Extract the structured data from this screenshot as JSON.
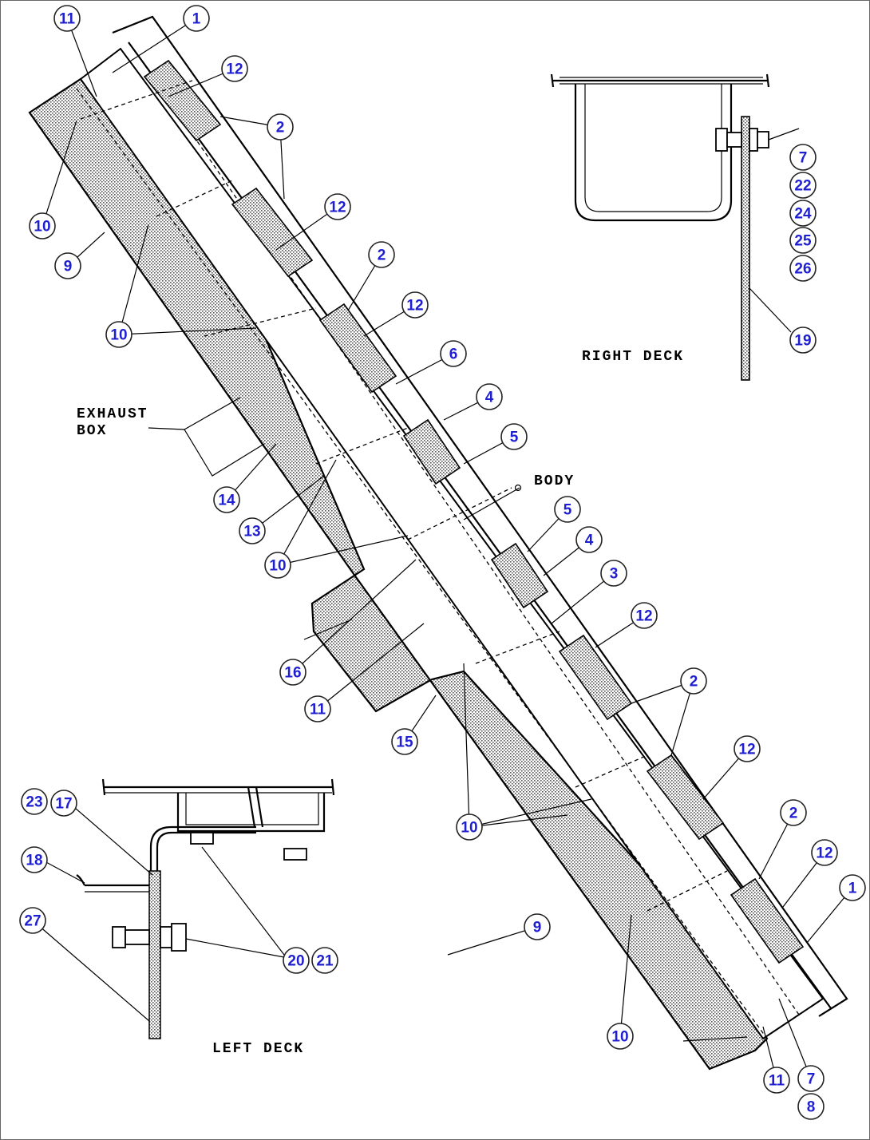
{
  "diagram": {
    "callout_color": "#1f1fd2",
    "labels": {
      "exhaust_box_line1": "EXHAUST",
      "exhaust_box_line2": "BOX",
      "body": "BODY",
      "right_deck": "RIGHT DECK",
      "left_deck": "LEFT DECK"
    },
    "callouts": [
      "11",
      "1",
      "12",
      "2",
      "10",
      "9",
      "12",
      "2",
      "12",
      "10",
      "6",
      "4",
      "5",
      "14",
      "13",
      "10",
      "5",
      "4",
      "3",
      "12",
      "16",
      "11",
      "15",
      "2",
      "12",
      "10",
      "2",
      "12",
      "1",
      "9",
      "10",
      "11",
      "7",
      "8",
      "7",
      "22",
      "24",
      "25",
      "26",
      "19",
      "23",
      "17",
      "18",
      "27",
      "20",
      "21"
    ]
  }
}
